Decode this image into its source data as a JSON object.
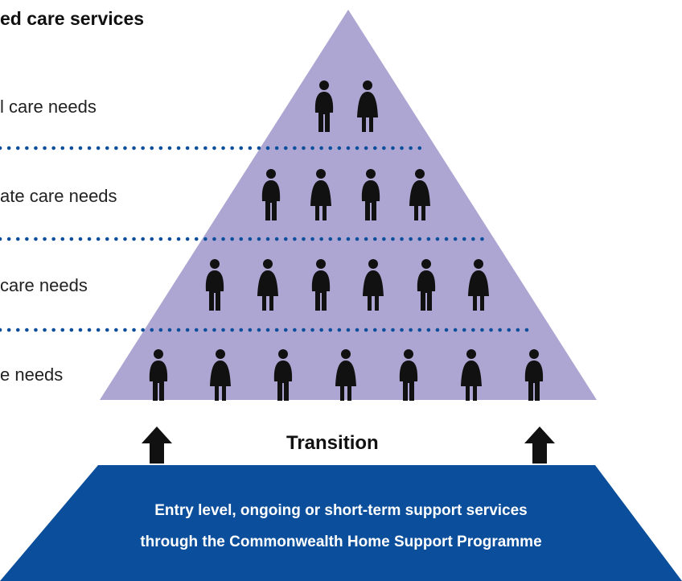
{
  "title": "ed care services",
  "levels": [
    {
      "label": "l care needs",
      "people": 2
    },
    {
      "label": "ate care needs",
      "people": 4
    },
    {
      "label": " care needs",
      "people": 6
    },
    {
      "label": "e needs",
      "people": 7
    }
  ],
  "transition_label": "Transition",
  "base": {
    "line1": "Entry level, ongoing or short-term support services",
    "line2": "through the Commonwealth Home Support Programme"
  },
  "colors": {
    "pyramid": "#ADA6D2",
    "base": "#0B4E9B",
    "dots": "#0B4E9B",
    "person": "#111111",
    "arrow": "#111111"
  }
}
